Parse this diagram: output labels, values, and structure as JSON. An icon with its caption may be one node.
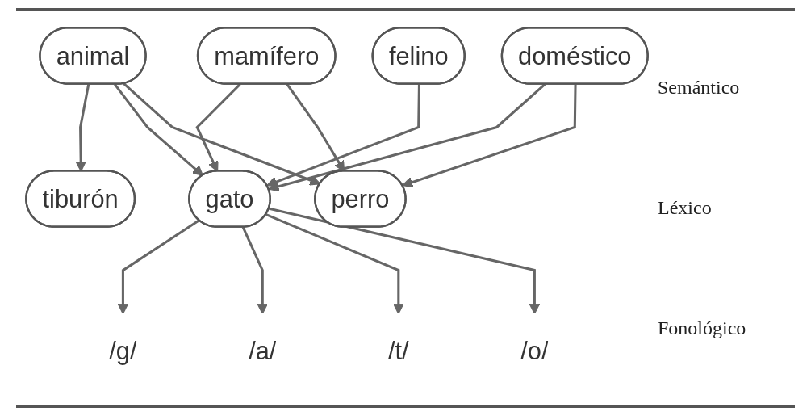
{
  "diagram": {
    "nodes": [
      {
        "text": [
          "animal"
        ]
      },
      {
        "text": [
          "mamífero"
        ]
      },
      {
        "text": [
          "doméstico"
        ]
      },
      {
        "text": [
          "felino"
        ]
      },
      {
        "text": [
          "tiburón"
        ]
      },
      {
        "text": [
          "gato"
        ]
      },
      {
        "text": [
          "perro"
        ]
      },
      {
        "text": [
          "/g/"
        ]
      },
      {
        "text": [
          "/a/"
        ]
      },
      {
        "text": [
          "/t/"
        ]
      },
      {
        "text": [
          "/o/"
        ]
      }
    ],
    "edges": [
      {
        "from": 0,
        "to": 4,
        "arrow": "to"
      },
      {
        "from": 0,
        "to": 5,
        "arrow": "to"
      },
      {
        "from": 0,
        "to": 6,
        "arrow": "to"
      },
      {
        "from": 1,
        "to": 5,
        "arrow": "to"
      },
      {
        "from": 1,
        "to": 6,
        "arrow": "to"
      },
      {
        "from": 2,
        "to": 5,
        "arrow": "to"
      },
      {
        "from": 2,
        "to": 6,
        "arrow": "to"
      },
      {
        "from": 3,
        "to": 5,
        "arrow": "to"
      },
      {
        "from": 5,
        "to": 7,
        "arrow": "to"
      },
      {
        "from": 5,
        "to": 8,
        "arrow": "to"
      },
      {
        "from": 5,
        "to": 9,
        "arrow": "to"
      },
      {
        "from": 5,
        "to": 10,
        "arrow": "to"
      }
    ],
    "labels": [
      "Semántico",
      "Léxico",
      "Fonológico"
    ]
  }
}
